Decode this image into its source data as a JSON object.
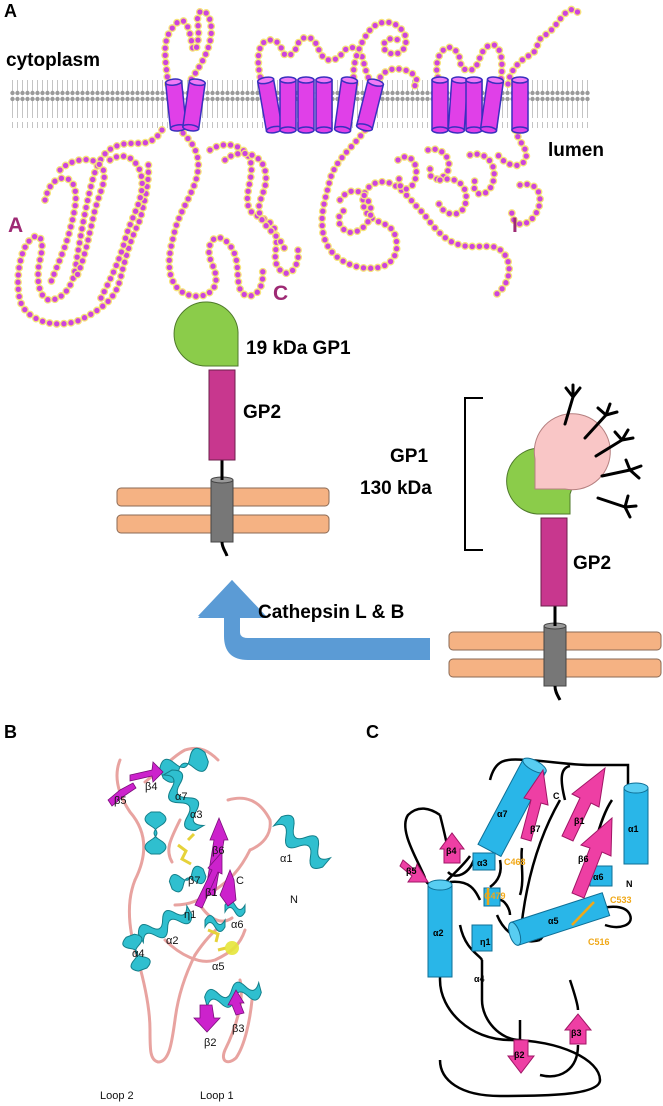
{
  "panels": {
    "a": "A",
    "b": "B",
    "c": "C"
  },
  "topology": {
    "cytoplasm": "cytoplasm",
    "lumen": "lumen",
    "domain_a": "A",
    "domain_c": "C",
    "domain_i": "I"
  },
  "processing": {
    "gp1_small": "19 kDa GP1",
    "gp2_left": "GP2",
    "gp1_big_line1": "GP1",
    "gp1_big_line2": "130 kDa",
    "gp2_right": "GP2",
    "enzyme": "Cathepsin L & B"
  },
  "structure": {
    "labels": [
      "β5",
      "β4",
      "α7",
      "α3",
      "β6",
      "C",
      "α1",
      "β7",
      "β1",
      "η1",
      "α6",
      "α4",
      "α2",
      "α5",
      "β3",
      "β2",
      "N"
    ],
    "loop2": "Loop 2",
    "loop1": "Loop 1"
  },
  "topology_map": {
    "elements": [
      "α7",
      "β7",
      "β1",
      "α1",
      "β4",
      "β5",
      "α3",
      "η1",
      "β6",
      "α6",
      "α2",
      "α4",
      "α5",
      "β2",
      "β3"
    ],
    "c_term": "C",
    "n_term": "N",
    "disulfides": [
      "C468",
      "C479",
      "C533",
      "C516"
    ]
  },
  "colors": {
    "helix_membrane": "#e040e8",
    "bead_fill": "#cc44dd",
    "bead_ring": "#f6e27a",
    "gp1_green": "#8bcc4a",
    "gp2_magenta": "#c8378e",
    "gp1_pink": "#f9c6c6",
    "membrane_orange": "#f5b283",
    "arrow_blue": "#5b9bd5",
    "helix_cyan": "#29b6e8",
    "strand_magenta": "#ee3fa4",
    "disulfide_orange": "#f0a818"
  }
}
